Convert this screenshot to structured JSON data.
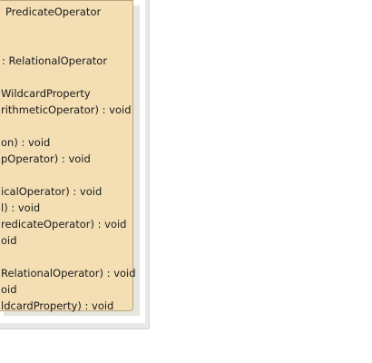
{
  "class_box": {
    "lines": [
      "PredicateOperator",
      ": RelationalOperator",
      "WildcardProperty",
      "rithmeticOperator) : void",
      "on) : void",
      "pOperator) : void",
      "icalOperator) : void",
      "l) : void",
      "redicateOperator) : void",
      "oid",
      "RelationalOperator) : void",
      "oid",
      "ldcardProperty) : void"
    ]
  },
  "colors": {
    "box_fill": "#f4dfb5",
    "box_border": "#b8a483",
    "text": "#1a1a1a",
    "background": "#ffffff"
  }
}
